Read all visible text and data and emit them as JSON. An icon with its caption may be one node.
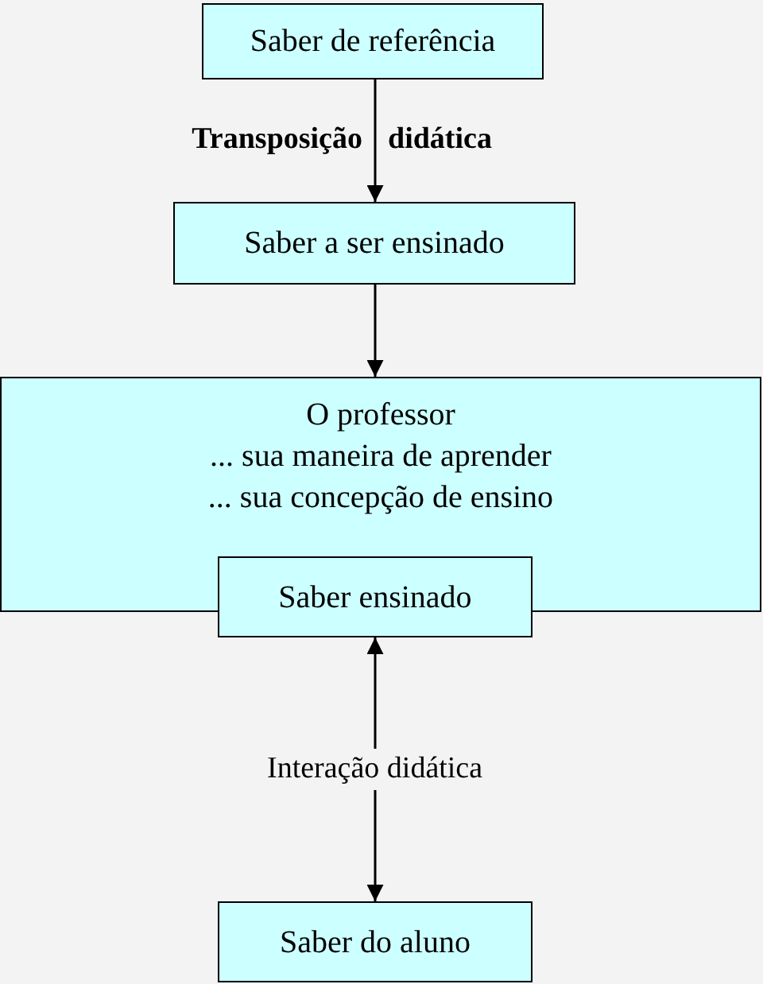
{
  "diagram": {
    "nodes": [
      {
        "text": [
          "Saber de referência"
        ]
      },
      {
        "text": [
          "Saber a ser ensinado"
        ]
      },
      {
        "text": [
          "O professor",
          "... sua maneira de aprender",
          "... sua concepção de ensino"
        ]
      },
      {
        "text": [
          "Saber ensinado"
        ]
      },
      {
        "text": [
          "Saber do aluno"
        ]
      }
    ],
    "edges": [
      {
        "from": 0,
        "to": 1,
        "arrow": "to",
        "label": "Transposição didática"
      },
      {
        "from": 1,
        "to": 2,
        "arrow": "to"
      },
      {
        "from": 3,
        "to": 4,
        "arrow": "both",
        "label": "Interação didática"
      }
    ]
  }
}
